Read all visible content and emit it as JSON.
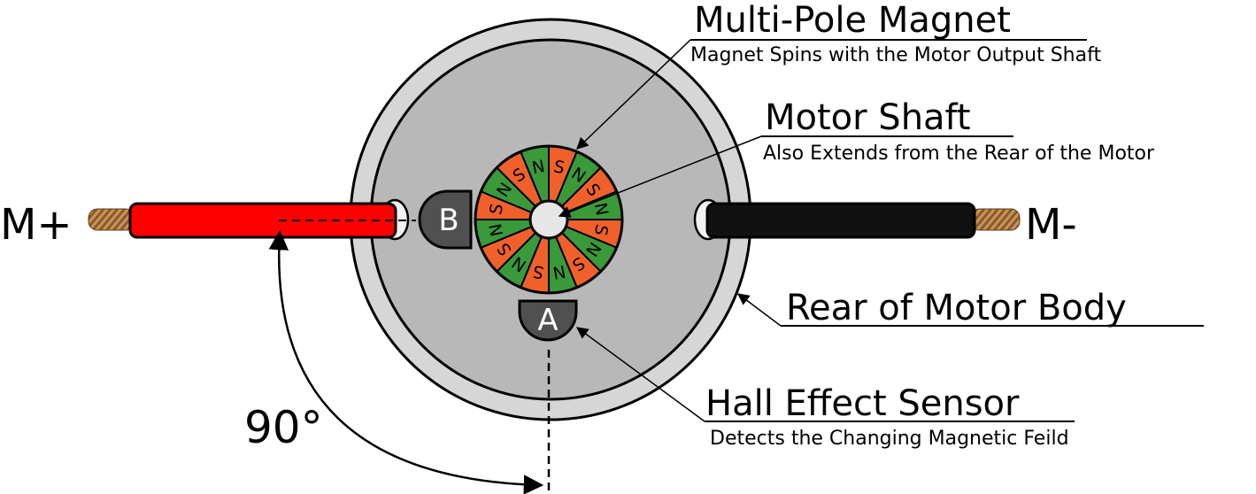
{
  "labels": {
    "magnet_title": "Multi-Pole Magnet",
    "magnet_sub": "Magnet Spins with the Motor Output Shaft",
    "shaft_title": "Motor Shaft",
    "shaft_sub": "Also Extends from the Rear of the Motor",
    "body_title": "Rear of Motor Body",
    "sensor_title": "Hall Effect Sensor",
    "sensor_sub": "Detects the Changing Magnetic Feild"
  },
  "terminals": {
    "positive": "M+",
    "negative": "M-"
  },
  "sensors": {
    "a": "A",
    "b": "B"
  },
  "angle": "90°",
  "magnet": {
    "poles": [
      "S",
      "N",
      "S",
      "N",
      "S",
      "N",
      "S",
      "N",
      "S",
      "N",
      "S",
      "N",
      "S",
      "N",
      "S",
      "N"
    ],
    "colors": {
      "S": "#f0602a",
      "N": "#3a9a3a"
    }
  },
  "colors": {
    "body_outer": "#d6d6d6",
    "body_inner": "#b8b8b8",
    "wire_positive": "#ff0000",
    "wire_negative": "#111111",
    "sensor": "#505050",
    "copper": "#b8864a"
  }
}
